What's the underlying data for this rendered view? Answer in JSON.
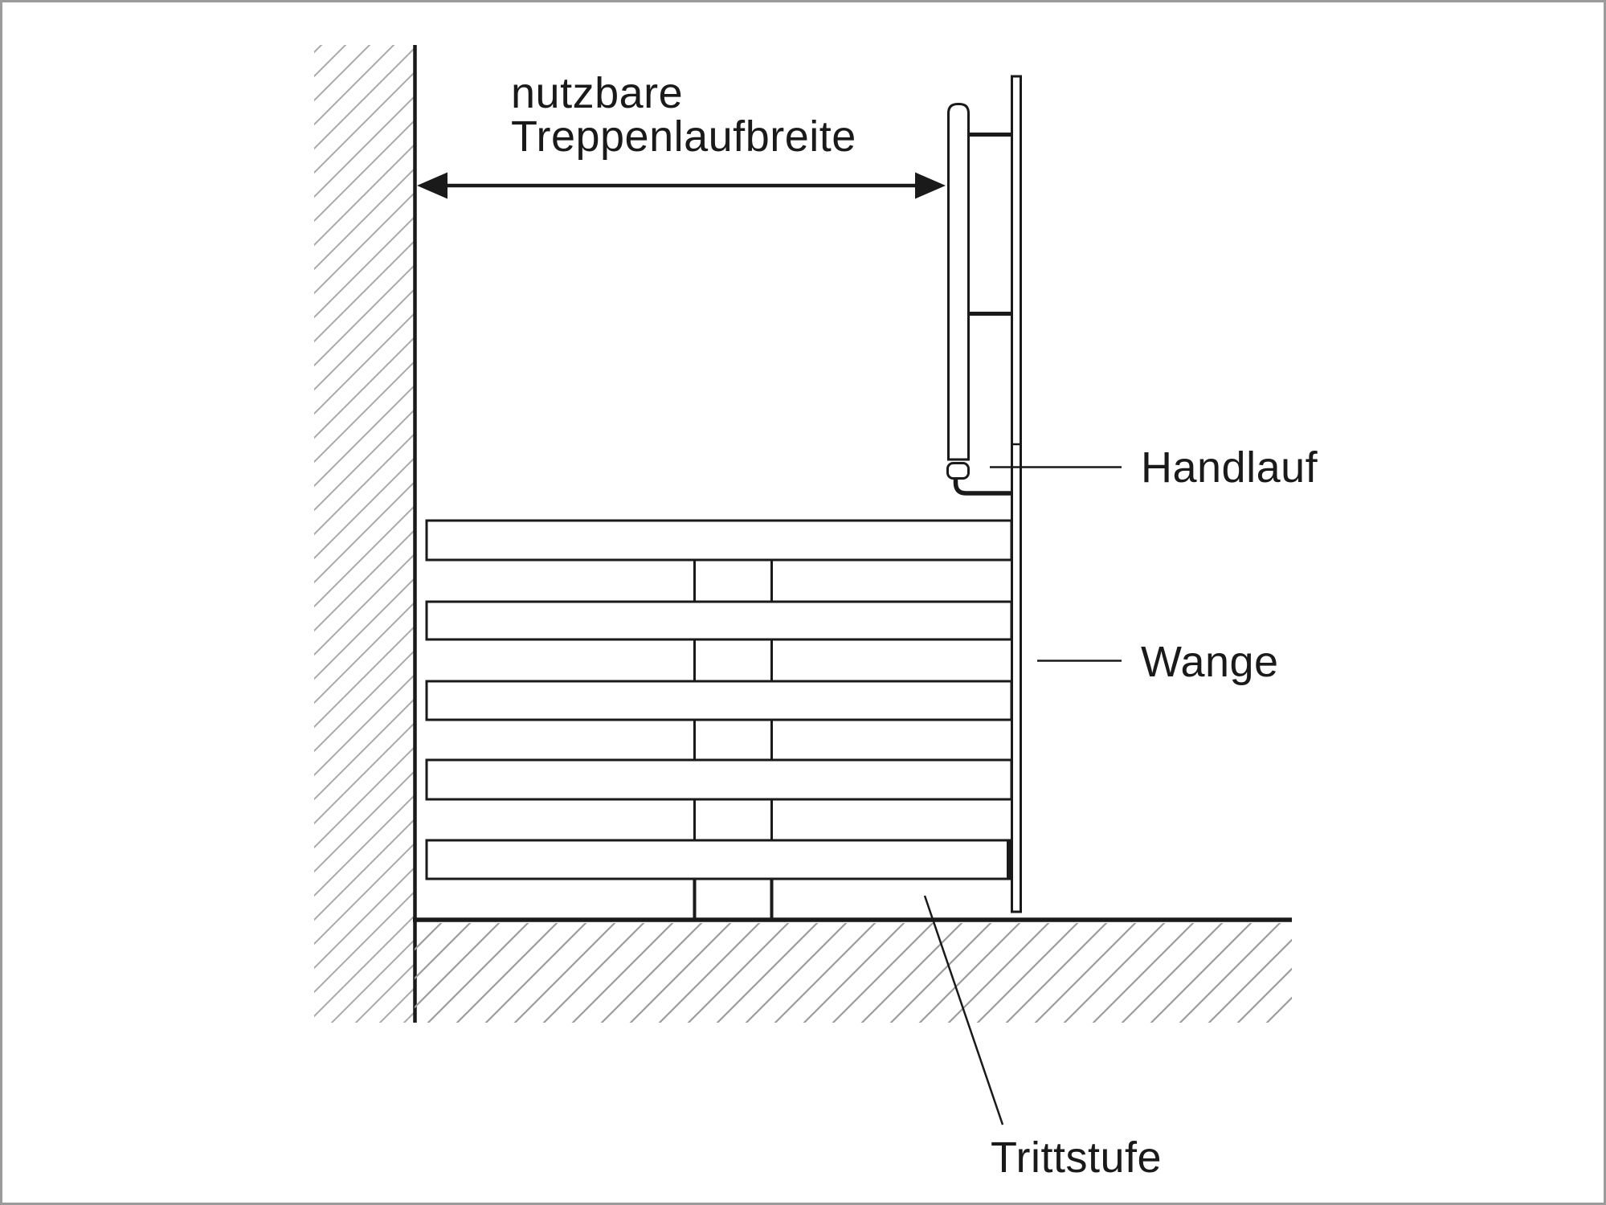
{
  "labels": {
    "dimension": "nutzbare\nTreppenlaufbreite",
    "handrail": "Handlauf",
    "stringer": "Wange",
    "tread": "Trittstufe"
  },
  "colors": {
    "line": "#1a1a1a",
    "text": "#1a1a1a",
    "wall_hatch": "#a9a9a9",
    "floor_hatch": "#9b9b9b",
    "frame": "#9b9b9b",
    "background": "#ffffff"
  }
}
